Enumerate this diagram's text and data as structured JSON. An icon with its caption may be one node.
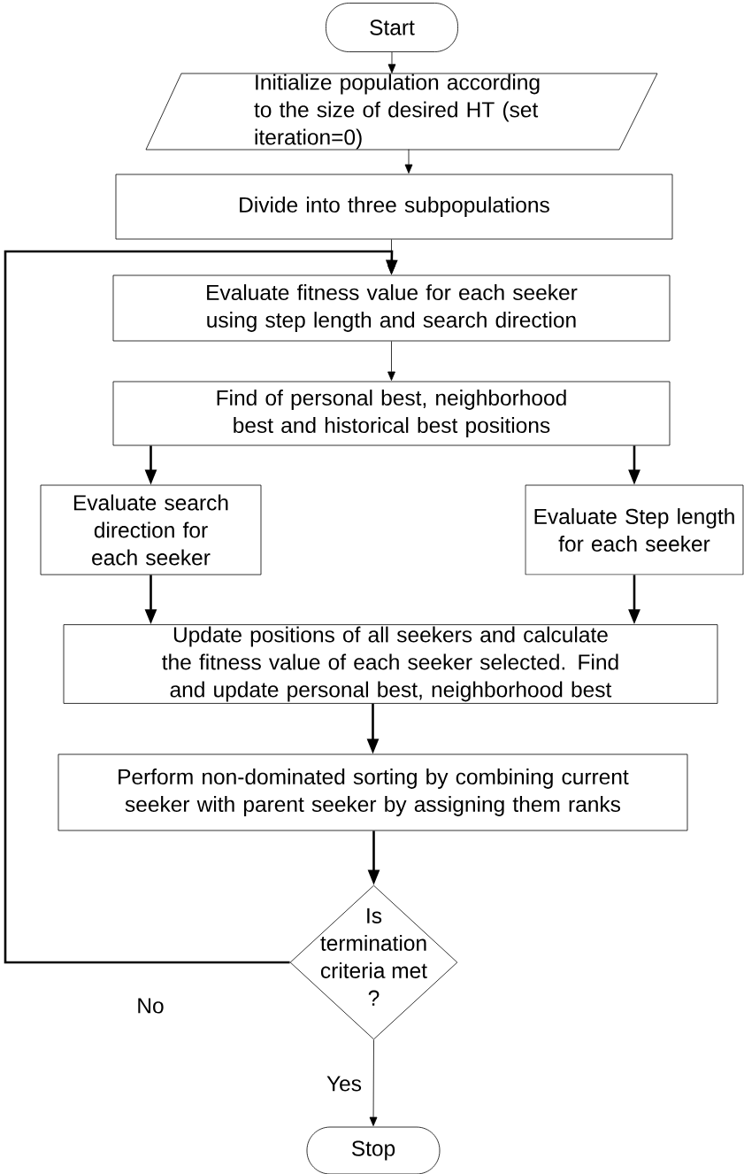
{
  "diagram": {
    "nodes": [
      {
        "text": [
          "Start"
        ]
      },
      {
        "text": [
          "Initialize population according to the size of desired HT (set iteration=0)"
        ]
      },
      {
        "text": [
          "Divide into three subpopulations"
        ]
      },
      {
        "text": [
          "Evaluate fitness value for each seeker using step length and search direction"
        ]
      },
      {
        "text": [
          "Find of personal best, neighborhood best and historical best positions"
        ]
      },
      {
        "text": [
          "Evaluate search direction for each seeker"
        ]
      },
      {
        "text": [
          "Evaluate Step length for each seeker"
        ]
      },
      {
        "text": [
          "Update positions of all seekers and calculate the fitness value of each seeker selected. Find and update personal best, neighborhood best"
        ]
      },
      {
        "text": [
          "Perform non-dominated sorting by combining current seeker with parent seeker by assigning them ranks"
        ]
      },
      {
        "text": [
          "Is termination criteria met ?"
        ]
      },
      {
        "text": [
          "Stop"
        ]
      }
    ],
    "edges": [
      {
        "from": 0,
        "to": 1,
        "arrow": "to"
      },
      {
        "from": 1,
        "to": 2,
        "arrow": "to"
      },
      {
        "from": 2,
        "to": 3,
        "arrow": "to"
      },
      {
        "from": 3,
        "to": 4,
        "arrow": "to"
      },
      {
        "from": 4,
        "to": 5,
        "arrow": "to"
      },
      {
        "from": 4,
        "to": 6,
        "arrow": "to"
      },
      {
        "from": 5,
        "to": 7,
        "arrow": "to"
      },
      {
        "from": 6,
        "to": 7,
        "arrow": "to"
      },
      {
        "from": 7,
        "to": 8,
        "arrow": "to"
      },
      {
        "from": 8,
        "to": 9,
        "arrow": "to"
      },
      {
        "from": 9,
        "to": 10,
        "arrow": "to",
        "label": "Yes"
      },
      {
        "from": 9,
        "to": 3,
        "arrow": "to",
        "label": "No"
      }
    ]
  }
}
